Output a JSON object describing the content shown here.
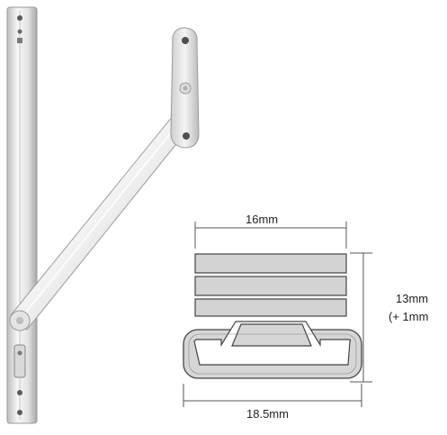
{
  "figure": {
    "dimensions": {
      "packer_width": "16mm",
      "stack_height": "13mm",
      "stack_height_extra": "(+ 1mm",
      "base_width": "18.5mm"
    },
    "colors": {
      "metal_light": "#f2f2f2",
      "metal_mid": "#d8d8d8",
      "metal_dark": "#a9a9a9",
      "outline": "#444444",
      "dimension_line": "#555555",
      "packer_fill": "#d3d3d3"
    },
    "parts": {
      "packer_strip_count": 3
    }
  }
}
